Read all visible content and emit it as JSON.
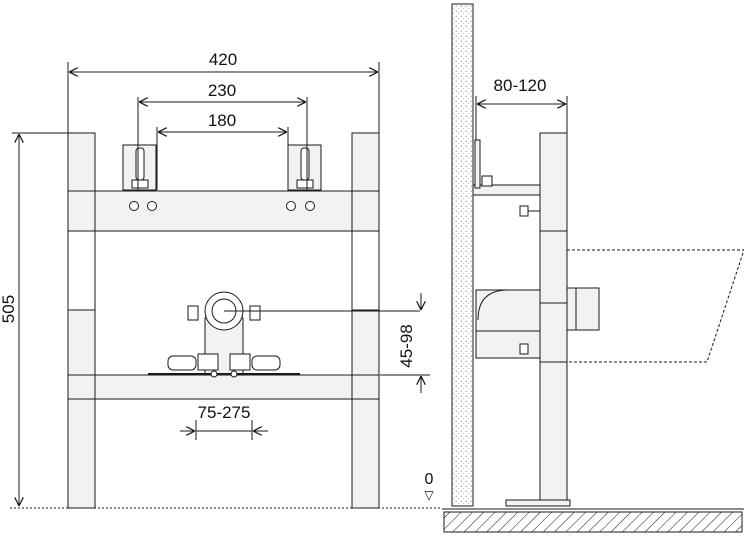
{
  "diagram": {
    "front_view": {
      "dim_overall_width": "420",
      "dim_connection_outer": "230",
      "dim_connection_inner": "180",
      "dim_height": "505",
      "dim_drain_height": "45-98",
      "dim_drain_offset": "75-275"
    },
    "side_view": {
      "dim_wall_distance": "80-120",
      "floor_level": "0",
      "floor_marker": "▽"
    }
  },
  "colors": {
    "line": "#1a1a1a",
    "fill": "#f2f2f2",
    "wall_fill": "#e6e6e6"
  }
}
